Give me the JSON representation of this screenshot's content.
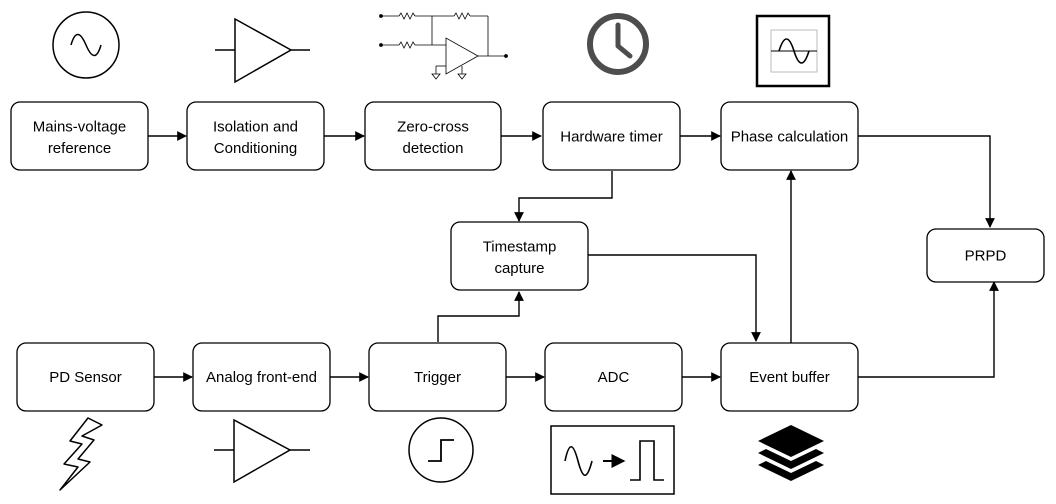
{
  "blocks": {
    "mains_voltage_reference": [
      "Mains-voltage",
      "reference"
    ],
    "isolation_conditioning": [
      "Isolation and",
      "Conditioning"
    ],
    "zero_cross_detection": [
      "Zero-cross",
      "detection"
    ],
    "hardware_timer": [
      "Hardware timer"
    ],
    "phase_calculation": [
      "Phase calculation"
    ],
    "prpd": [
      "PRPD"
    ],
    "timestamp_capture": [
      "Timestamp",
      "capture"
    ],
    "pd_sensor": [
      "PD Sensor"
    ],
    "analog_front_end": [
      "Analog front-end"
    ],
    "trigger": [
      "Trigger"
    ],
    "adc": [
      "ADC"
    ],
    "event_buffer": [
      "Event buffer"
    ]
  },
  "icons": {
    "mains_voltage_reference": "sine-wave-circle-icon",
    "isolation_conditioning": "amplifier-icon",
    "zero_cross_detection": "op-amp-circuit-icon",
    "hardware_timer": "clock-icon",
    "phase_calculation": "sine-scope-icon",
    "pd_sensor": "lightning-icon",
    "analog_front_end": "amplifier-icon",
    "trigger": "step-circle-icon",
    "adc": "sine-to-pulse-icon",
    "event_buffer": "layers-icon"
  },
  "colors": {
    "stroke": "#000000",
    "fill": "#ffffff",
    "clock": "#4d4d4d"
  }
}
